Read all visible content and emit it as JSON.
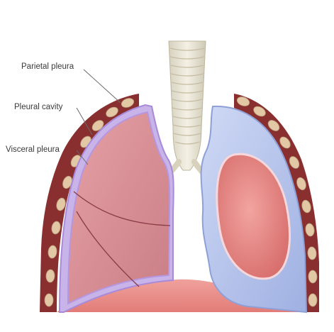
{
  "labels": {
    "parietal": "Parietal pleura",
    "cavity": "Pleural cavity",
    "visceral": "Visceral pleura"
  },
  "colors": {
    "background": "#ffffff",
    "rib_wall": "#8a2f2f",
    "rib": "#e3c8a6",
    "diaphragm": "#e98f8c",
    "lung_tissue": "#d99197",
    "pleura_outline": "#b89be0",
    "trachea": "#e6e2d2",
    "collapsed_lung": "#b8c7ec",
    "effusion": "#e88e8c",
    "label_text": "#3a3a3a"
  }
}
